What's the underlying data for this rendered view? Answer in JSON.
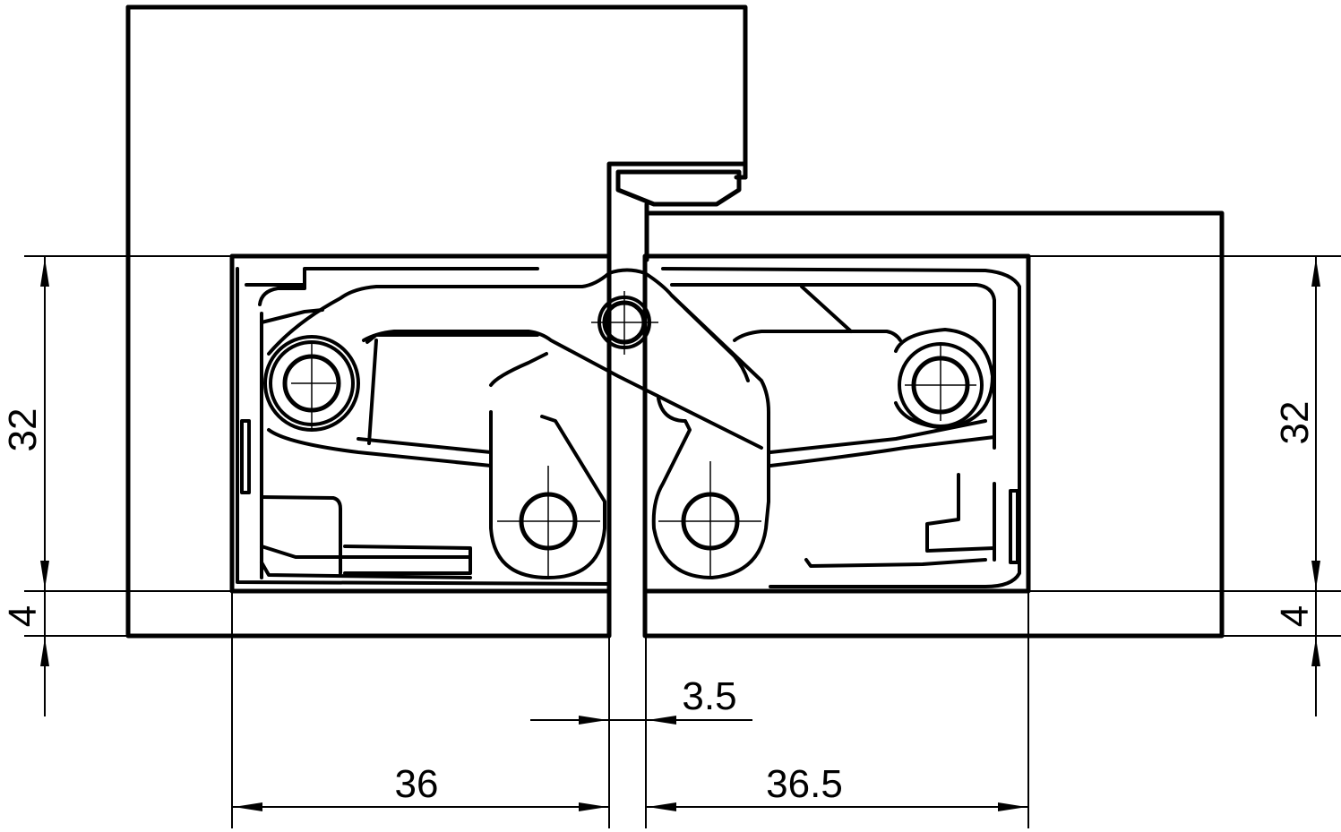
{
  "drawing": {
    "subject": "concealed 3D hinge, technical dimension drawing",
    "line_color": "#000000",
    "background": "#ffffff"
  },
  "dimensions": {
    "left_height": "32",
    "left_offset": "4",
    "right_height": "32",
    "right_offset": "4",
    "gap": "3.5",
    "left_width": "36",
    "right_width": "36.5"
  }
}
